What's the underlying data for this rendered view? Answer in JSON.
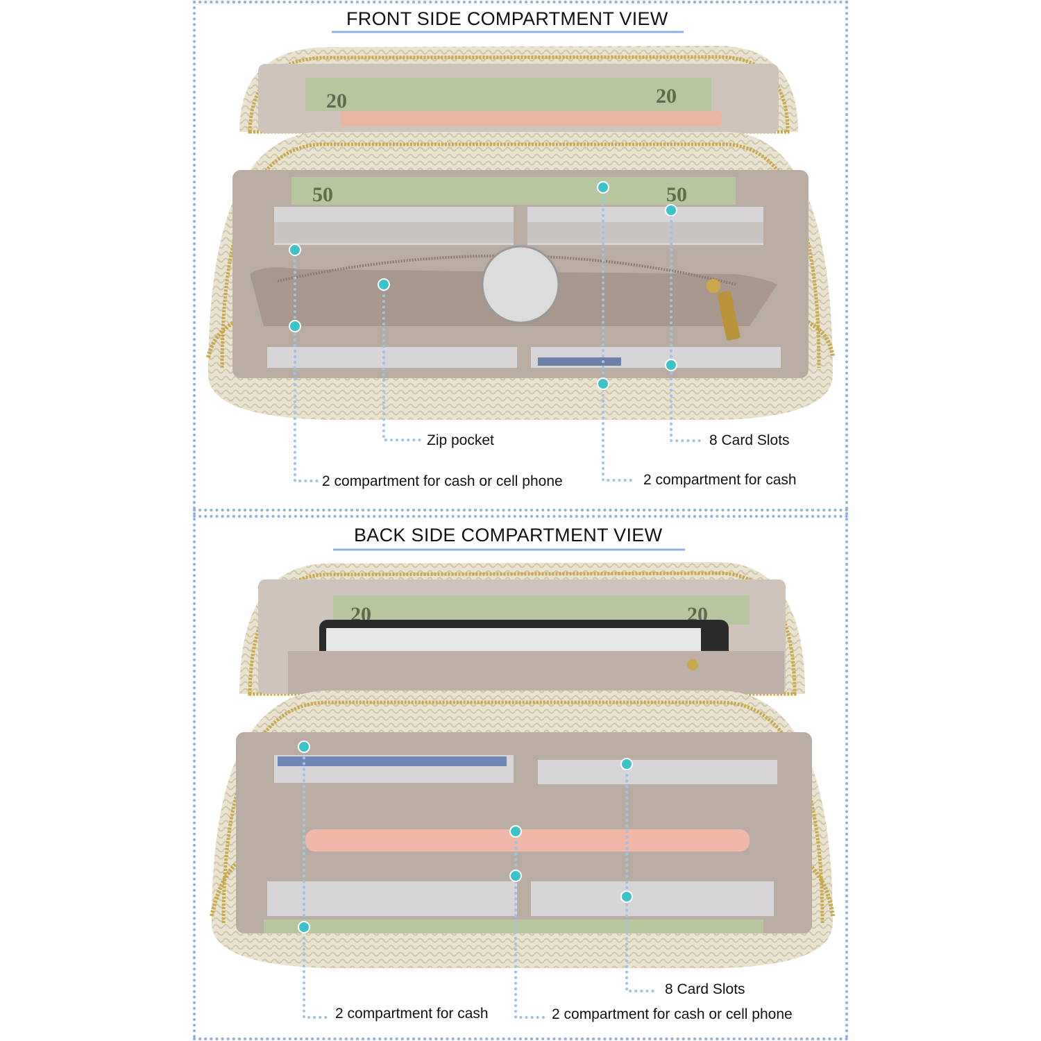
{
  "front": {
    "title": "FRONT SIDE COMPARTMENT VIEW",
    "labels": {
      "zip_pocket": "Zip pocket",
      "card_slots": "8 Card Slots",
      "cash_or_phone": "2 compartment for cash or cell phone",
      "cash": "2 compartment for cash"
    }
  },
  "back": {
    "title": "BACK SIDE COMPARTMENT VIEW",
    "labels": {
      "card_slots": "8 Card Slots",
      "cash": "2 compartment for cash",
      "cash_or_phone": "2 compartment for cash or cell phone"
    }
  },
  "colors": {
    "frame_dots": "#8fb0e0",
    "pin": "#3cc3c9",
    "leader": "#9ec3e8",
    "zipper": "#c9a94a",
    "wallet_exterior": "#e8e2cf",
    "wallet_interior": "#b9aca3"
  }
}
